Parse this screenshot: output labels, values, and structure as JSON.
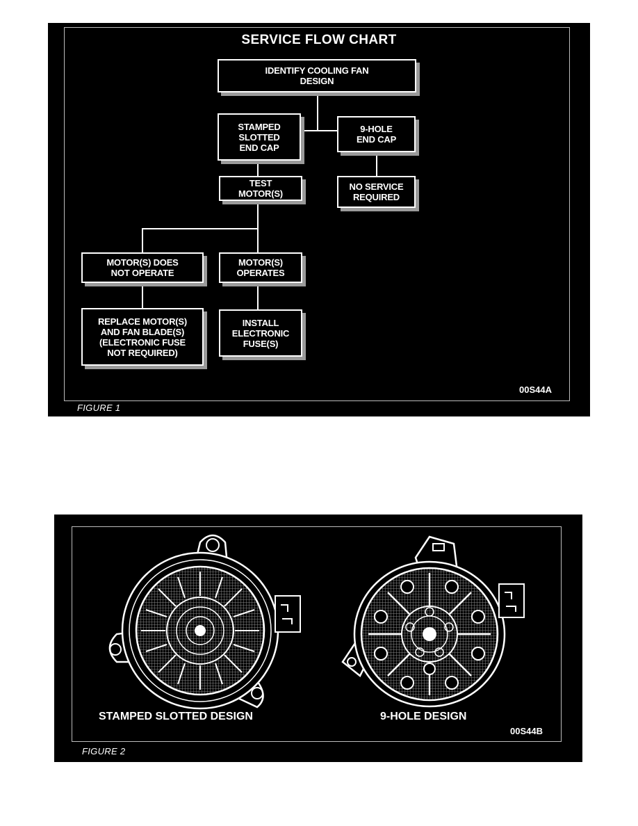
{
  "figure1": {
    "title": "SERVICE FLOW CHART",
    "code": "00S44A",
    "caption": "FIGURE 1",
    "nodes": {
      "identify": "IDENTIFY COOLING FAN\nDESIGN",
      "stamped": "STAMPED\nSLOTTED\nEND CAP",
      "nine_hole": "9-HOLE\nEND CAP",
      "test": "TEST\nMOTOR(S)",
      "no_service": "NO SERVICE\nREQUIRED",
      "not_operate": "MOTOR(S) DOES\nNOT OPERATE",
      "operates": "MOTOR(S)\nOPERATES",
      "replace": "REPLACE MOTOR(S)\nAND FAN BLADE(S)\n(ELECTRONIC FUSE\nNOT REQUIRED)",
      "install": "INSTALL\nELECTRONIC\nFUSE(S)"
    }
  },
  "figure2": {
    "labels": {
      "stamped": "STAMPED SLOTTED DESIGN",
      "nine_hole": "9-HOLE DESIGN"
    },
    "code": "00S44B",
    "caption": "FIGURE 2"
  }
}
